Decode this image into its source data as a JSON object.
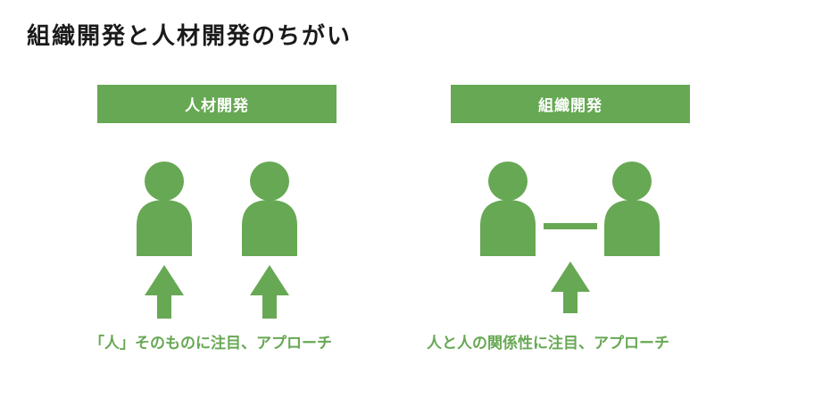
{
  "title": "組織開発と人材開発のちがい",
  "left_panel": {
    "heading": "人材開発",
    "caption": "「人」そのものに注目、アプローチ"
  },
  "right_panel": {
    "heading": "組織開発",
    "caption": "人と人の関係性に注目、アプローチ"
  },
  "colors": {
    "accent": "#67a854",
    "text": "#1a1a1a"
  },
  "icons": [
    "person-icon",
    "arrow-up-icon",
    "relation-line"
  ]
}
